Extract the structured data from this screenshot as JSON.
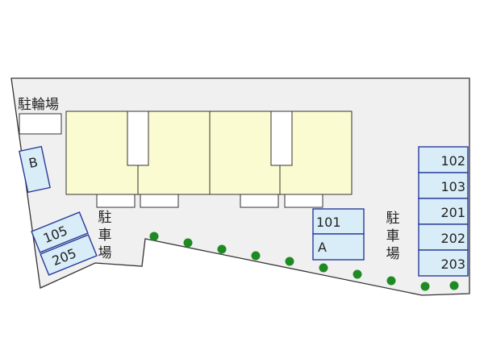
{
  "labels": {
    "bicycle_parking": "駐輪場",
    "parking_left": [
      "駐",
      "車",
      "場"
    ],
    "parking_right": [
      "駐",
      "車",
      "場"
    ]
  },
  "spaces": {
    "B": "B",
    "s105": "105",
    "s205": "205",
    "s101": "101",
    "A": "A",
    "s102": "102",
    "s103": "103",
    "s201": "201",
    "s202": "202",
    "s203": "203"
  },
  "colors": {
    "lot": "#f0f0f0",
    "lot_outline": "#333333",
    "building": "#fbfbd2",
    "parking_space": "#d8edf8",
    "parking_outline": "#2a3a9a",
    "tree": "#1f8a24"
  }
}
